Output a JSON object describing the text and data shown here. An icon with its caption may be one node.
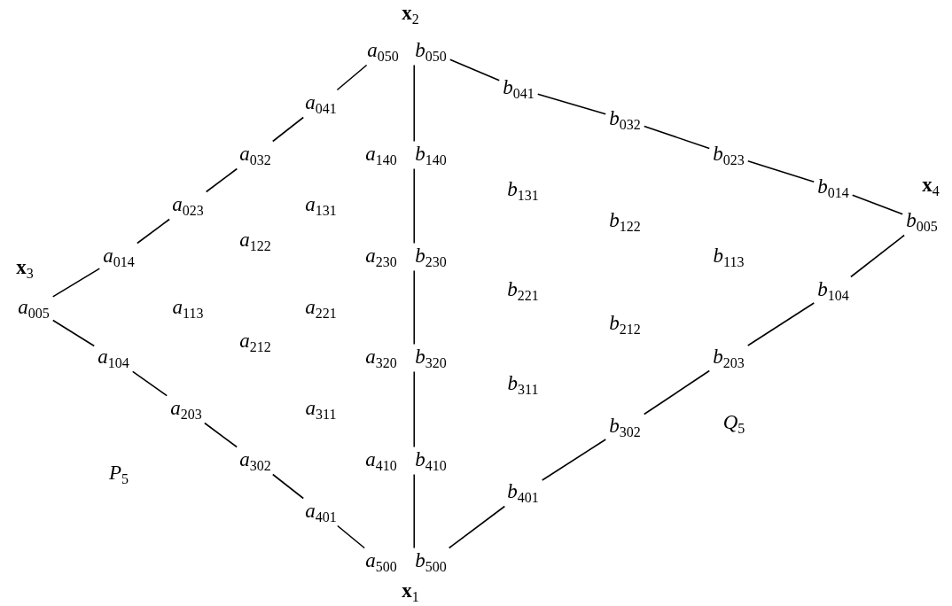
{
  "diagram": {
    "nodes": [
      {
        "text": [
          "*a*$_{050}$"
        ]
      },
      {
        "text": [
          "*b*$_{050}$"
        ]
      },
      {
        "text": [
          "*a*$_{041}$"
        ]
      },
      {
        "text": [
          "*b*$_{041}$"
        ]
      },
      {
        "text": [
          "*a*$_{032}$"
        ]
      },
      {
        "text": [
          "*b*$_{032}$"
        ]
      },
      {
        "text": [
          "*a*$_{140}$"
        ]
      },
      {
        "text": [
          "*b*$_{140}$"
        ]
      },
      {
        "text": [
          "*b*$_{023}$"
        ]
      },
      {
        "text": [
          "*b*$_{131}$"
        ]
      },
      {
        "text": [
          "*a*$_{023}$"
        ]
      },
      {
        "text": [
          "*a*$_{131}$"
        ]
      },
      {
        "text": [
          "*b*$_{014}$"
        ]
      },
      {
        "text": [
          "*b*$_{005}$"
        ]
      },
      {
        "text": [
          "*a*$_{122}$"
        ]
      },
      {
        "text": [
          "*b*$_{122}$"
        ]
      },
      {
        "text": [
          "*a*$_{014}$"
        ]
      },
      {
        "text": [
          "*a*$_{230}$"
        ]
      },
      {
        "text": [
          "*b*$_{230}$"
        ]
      },
      {
        "text": [
          "*b*$_{113}$"
        ]
      },
      {
        "text": [
          "*b*$_{221}$"
        ]
      },
      {
        "text": [
          "*b*$_{104}$"
        ]
      },
      {
        "text": [
          "*a*$_{005}$"
        ]
      },
      {
        "text": [
          "*a*$_{113}$"
        ]
      },
      {
        "text": [
          "*a*$_{221}$"
        ]
      },
      {
        "text": [
          "*a*$_{212}$"
        ]
      },
      {
        "text": [
          "*b*$_{212}$"
        ]
      },
      {
        "text": [
          "*a*$_{104}$"
        ]
      },
      {
        "text": [
          "*a*$_{320}$"
        ]
      },
      {
        "text": [
          "*b*$_{320}$"
        ]
      },
      {
        "text": [
          "*b*$_{203}$"
        ]
      },
      {
        "text": [
          "*b*$_{311}$"
        ]
      },
      {
        "text": [
          "*a*$_{203}$"
        ]
      },
      {
        "text": [
          "*a*$_{311}$"
        ]
      },
      {
        "text": [
          "*b*$_{302}$"
        ]
      },
      {
        "text": [
          "*a*$_{302}$"
        ]
      },
      {
        "text": [
          "*a*$_{410}$"
        ]
      },
      {
        "text": [
          "*b*$_{410}$"
        ]
      },
      {
        "text": [
          "*b*$_{401}$"
        ]
      },
      {
        "text": [
          "*a*$_{401}$"
        ]
      },
      {
        "text": [
          "*a*$_{500}$"
        ]
      },
      {
        "text": [
          "*b*$_{500}$"
        ]
      }
    ],
    "edges": [
      {
        "from": 0,
        "to": 2,
        "arrow": "none"
      },
      {
        "from": 2,
        "to": 4,
        "arrow": "none"
      },
      {
        "from": 4,
        "to": 10,
        "arrow": "none"
      },
      {
        "from": 10,
        "to": 16,
        "arrow": "none"
      },
      {
        "from": 16,
        "to": 22,
        "arrow": "none"
      },
      {
        "from": 22,
        "to": 27,
        "arrow": "none"
      },
      {
        "from": 27,
        "to": 32,
        "arrow": "none"
      },
      {
        "from": 32,
        "to": 35,
        "arrow": "none"
      },
      {
        "from": 35,
        "to": 39,
        "arrow": "none"
      },
      {
        "from": 39,
        "to": 40,
        "arrow": "none"
      },
      {
        "from": 1,
        "to": 7,
        "arrow": "none"
      },
      {
        "from": 7,
        "to": 18,
        "arrow": "none"
      },
      {
        "from": 18,
        "to": 29,
        "arrow": "none"
      },
      {
        "from": 29,
        "to": 37,
        "arrow": "none"
      },
      {
        "from": 37,
        "to": 41,
        "arrow": "none"
      },
      {
        "from": 1,
        "to": 3,
        "arrow": "none"
      },
      {
        "from": 3,
        "to": 5,
        "arrow": "none"
      },
      {
        "from": 5,
        "to": 8,
        "arrow": "none"
      },
      {
        "from": 8,
        "to": 12,
        "arrow": "none"
      },
      {
        "from": 12,
        "to": 13,
        "arrow": "none"
      },
      {
        "from": 13,
        "to": 21,
        "arrow": "none"
      },
      {
        "from": 21,
        "to": 30,
        "arrow": "none"
      },
      {
        "from": 30,
        "to": 34,
        "arrow": "none"
      },
      {
        "from": 34,
        "to": 38,
        "arrow": "none"
      },
      {
        "from": 38,
        "to": 41,
        "arrow": "none"
      }
    ],
    "labels": [
      "**x**$_{2}$",
      "**x**$_{4}$",
      "**x**$_{3}$",
      "*Q*$_{5}$",
      "*P*$_{5}$",
      "**x**$_{1}$"
    ]
  }
}
